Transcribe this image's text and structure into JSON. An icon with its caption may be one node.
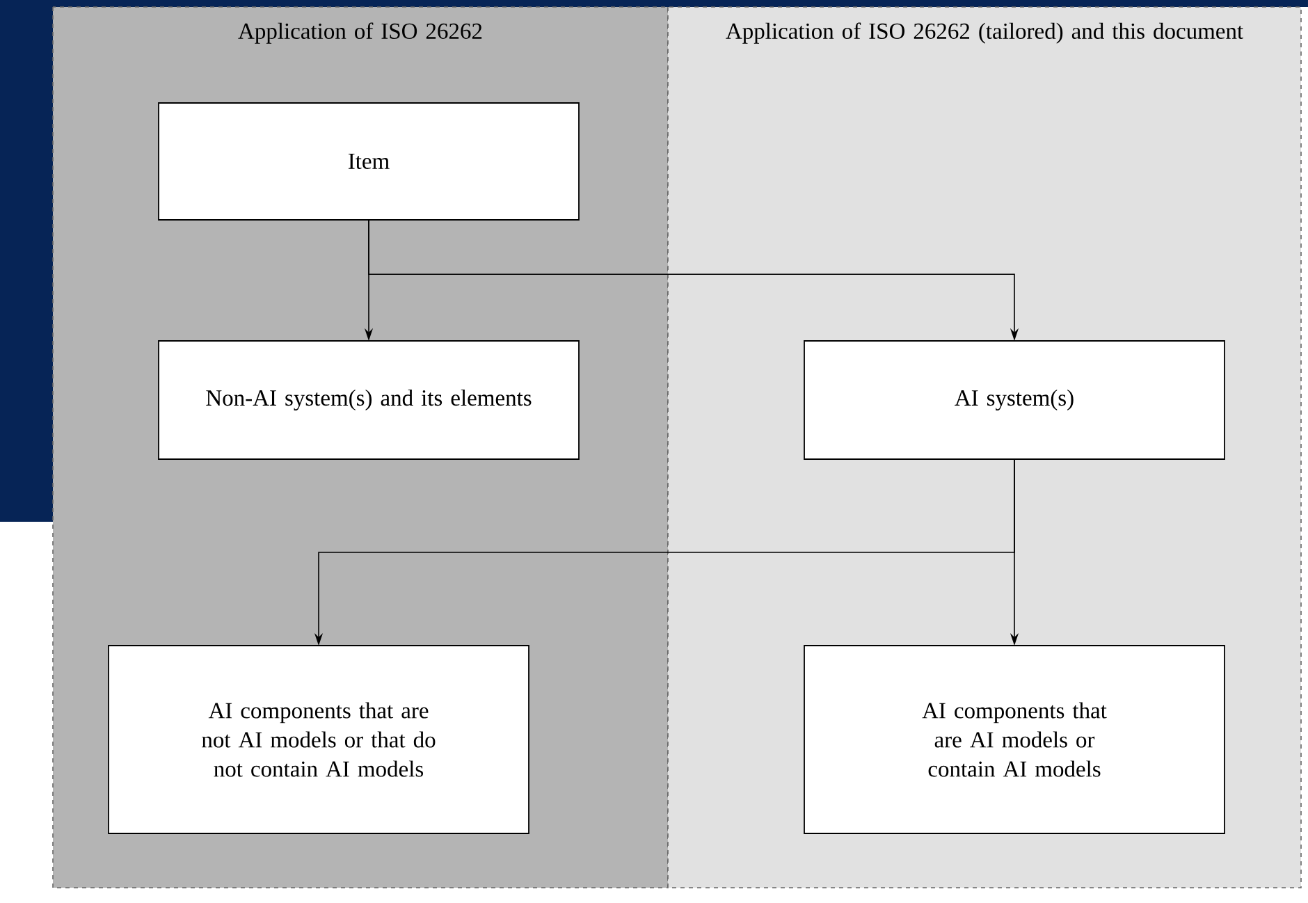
{
  "diagram": {
    "nodes": [
      {
        "text": [
          "Application of ISO 26262"
        ]
      },
      {
        "text": [
          "Application of ISO 26262 (tailored) and this document"
        ]
      },
      {
        "text": [
          "Item"
        ],
        "in": 0
      },
      {
        "text": [
          "Non-AI system(s) and its elements"
        ],
        "in": 0
      },
      {
        "text": [
          "AI system(s)"
        ],
        "in": 1
      },
      {
        "text": [
          "AI components that are not AI models or that do not contain AI models"
        ],
        "in": 0
      },
      {
        "text": [
          "AI components that are AI models or contain AI models"
        ],
        "in": 1
      }
    ],
    "edges": [
      {
        "from": 2,
        "to": 3,
        "arrow": "to"
      },
      {
        "from": 2,
        "to": 4,
        "arrow": "to"
      },
      {
        "from": 4,
        "to": 5,
        "arrow": "to"
      },
      {
        "from": 4,
        "to": 6,
        "arrow": "to"
      }
    ]
  }
}
